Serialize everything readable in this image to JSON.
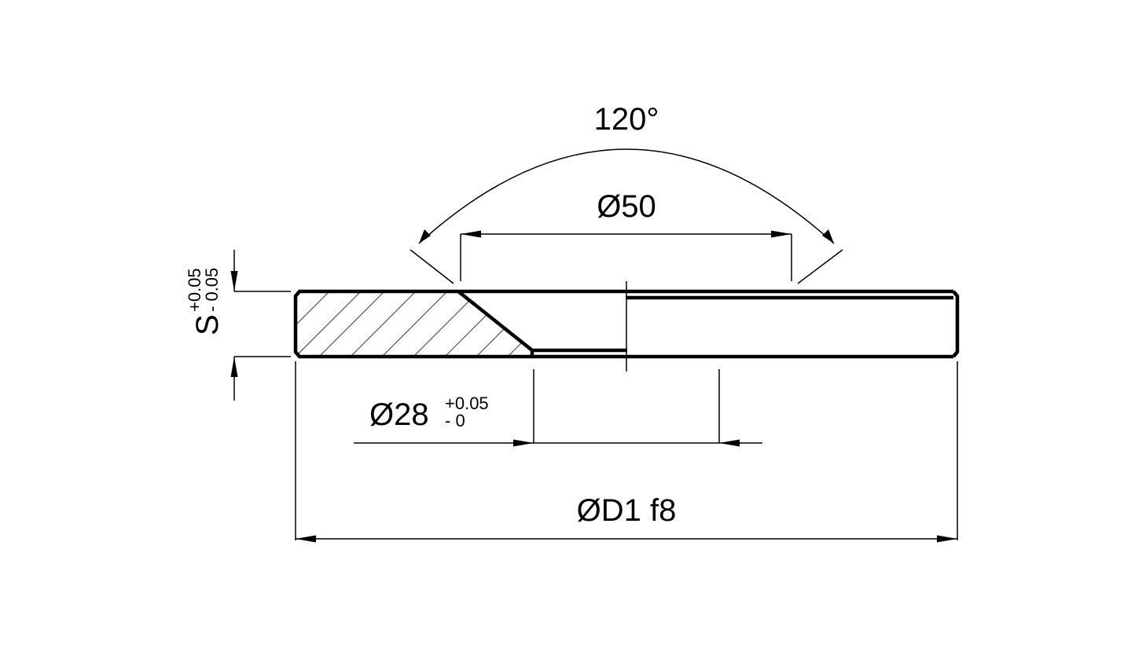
{
  "dimensions": {
    "angle": "120°",
    "counterbore_diameter": "Ø50",
    "bore": {
      "diameter": "Ø28",
      "upper_tolerance": "+0.05",
      "lower_tolerance": "- 0"
    },
    "outer_diameter": "ØD1 f8",
    "thickness": {
      "symbol": "S",
      "upper_tolerance": "+0.05",
      "lower_tolerance": "- 0.05"
    }
  }
}
